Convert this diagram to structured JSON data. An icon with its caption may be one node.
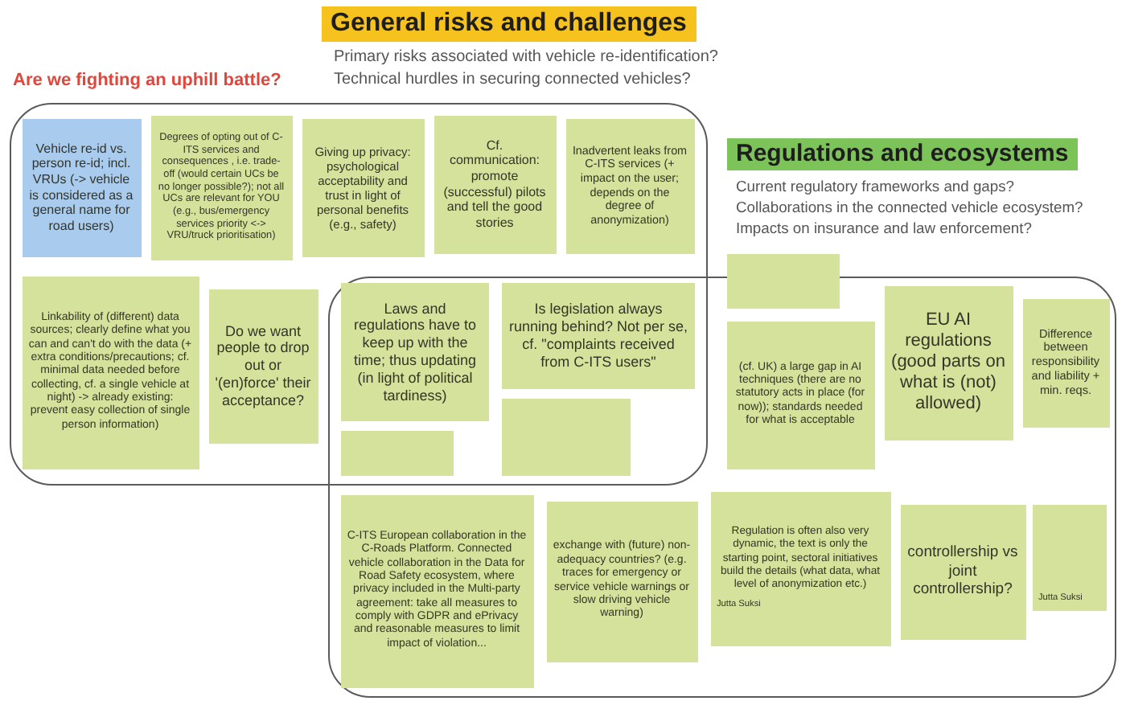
{
  "diagram": {
    "nodes": [
      {
        "text": [
          "General risks and challenges",
          "Primary risks associated with vehicle re-identification?",
          "Technical hurdles in securing connected vehicles?"
        ]
      },
      {
        "text": [
          "Vehicle re-id vs. person re-id; incl. VRUs (-> vehicle is considered as a general name for road users)"
        ],
        "in": 0
      },
      {
        "text": [
          "Degrees of opting out of C-ITS services and consequences , i.e. trade-off (would certain UCs be no longer possible?); not all UCs are relevant for YOU (e.g., bus/emergency services priority <-> VRU/truck prioritisation)"
        ],
        "in": 0
      },
      {
        "text": [
          "Giving up privacy: psychological acceptability and trust in light of personal benefits (e.g., safety)"
        ],
        "in": 0
      },
      {
        "text": [
          "Cf. communication: promote (successful) pilots and tell the good stories"
        ],
        "in": 0
      },
      {
        "text": [
          "Inadvertent leaks from C-ITS services (+ impact on the user; depends on the degree of anonymization)"
        ],
        "in": 0
      },
      {
        "text": [
          "Linkability of (different) data sources; clearly define what you can and can't do with the data (+ extra conditions/precautions; cf. minimal data needed before collecting, cf. a single vehicle at night) -> already existing: prevent easy collection of single person information)"
        ],
        "in": 0
      },
      {
        "text": [
          "Do we want people to drop out or '(en)force' their acceptance?"
        ],
        "in": 0
      },
      {
        "text": [],
        "shape": "box"
      },
      {
        "text": [
          "Laws and regulations have to keep up with the time; thus updating (in light of political tardiness)"
        ]
      },
      {
        "text": [],
        "shape": "box"
      },
      {
        "text": [
          "Is legislation always running behind? Not per se, cf. \"complaints received from C-ITS users\""
        ]
      },
      {
        "text": [
          "Regulations and ecosystems",
          "Current regulatory frameworks and gaps?",
          "Collaborations in the connected vehicle ecosystem?",
          "Impacts on insurance and law enforcement?"
        ]
      },
      {
        "text": [],
        "shape": "box"
      },
      {
        "text": [
          "(cf. UK) a large gap in AI techniques (there are no statutory acts in place (for now)); standards needed for what is acceptable"
        ],
        "in": 12
      },
      {
        "text": [
          "EU AI regulations (good parts on what is (not) allowed)"
        ],
        "in": 12
      },
      {
        "text": [
          "Difference between responsibility and liability + min. reqs."
        ],
        "in": 12
      },
      {
        "text": [
          "C-ITS European collaboration in the C-Roads Platform. Connected vehicle collaboration in the Data for Road Safety ecosystem, where privacy included in the Multi-party agreement: take all measures to comply with GDPR and ePrivacy and reasonable measures to limit impact of violation..."
        ],
        "in": 12
      },
      {
        "text": [
          "exchange with (future) non-adequacy countries? (e.g. traces for emergency or service vehicle warnings or slow driving vehicle warning)"
        ],
        "in": 12
      },
      {
        "text": [
          "Regulation is often also very dynamic, the text is only the starting point, sectoral initiatives build the details (what data, what level of anonymization etc.)",
          "Jutta Suksi"
        ],
        "in": 12
      },
      {
        "text": [
          "controllership vs joint controllership?"
        ],
        "in": 12
      },
      {
        "text": [
          "Jutta Suksi"
        ],
        "in": 12
      }
    ],
    "labels": [
      "Are we fighting an uphill battle?"
    ]
  }
}
